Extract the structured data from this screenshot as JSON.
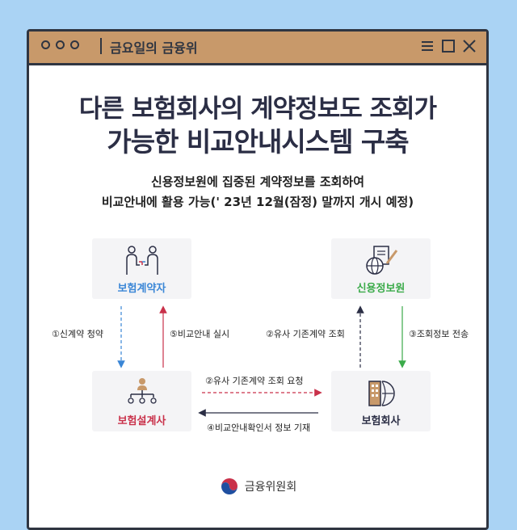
{
  "window": {
    "title": "금요일의 금융위"
  },
  "headline": {
    "line1": "다른 보험회사의 계약정보도 조회가",
    "line2": "가능한 비교안내시스템 구축"
  },
  "subtitle": {
    "line1": "신용정보원에 집중된 계약정보를 조회하여",
    "line2": "비교안내에 활용 가능(' 23년 12월(잠정) 말까지 개시 예정)"
  },
  "nodes": {
    "insured": "보험계약자",
    "credit_info": "신용정보원",
    "planner": "보험설계사",
    "company": "보험회사"
  },
  "steps": {
    "s1": "①신계약 청약",
    "s5": "⑤비교안내 실시",
    "s2a": "②유사 기존계약 조회",
    "s3": "③조회정보 전송",
    "s2b": "②유사 기존계약 조회 요청",
    "s4": "④비교안내확인서 정보 기재"
  },
  "colors": {
    "blue": "#3a86d6",
    "red": "#c9314a",
    "green": "#3bab4a",
    "dark": "#2b2e45"
  },
  "footer": {
    "org": "금융위원회"
  }
}
